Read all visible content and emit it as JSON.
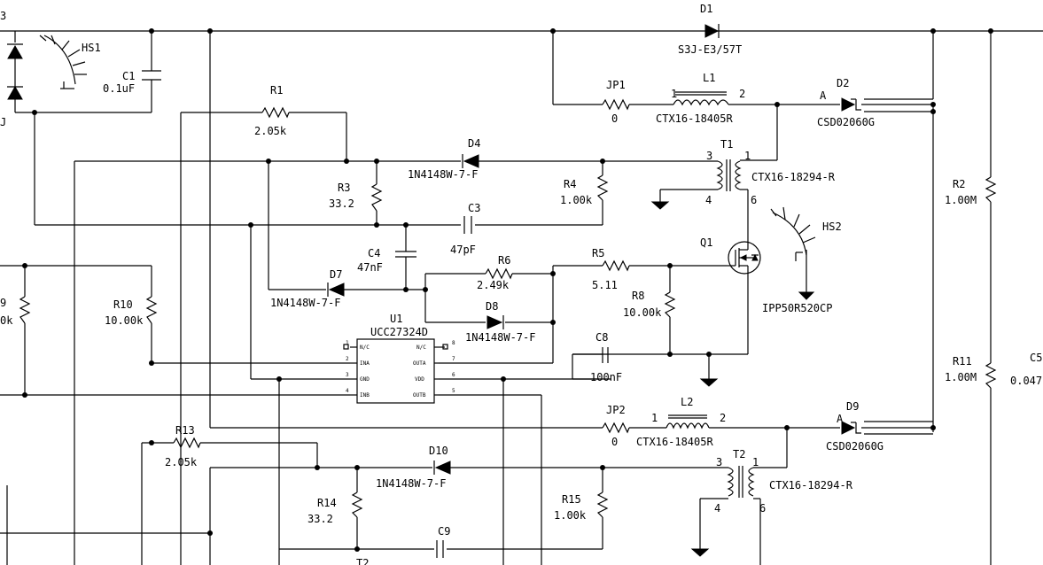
{
  "labels": {
    "top_left_fragment": "3",
    "left_j_fragment": "J",
    "hs1": "HS1",
    "c1_name": "C1",
    "c1_value": "0.1uF",
    "d1_name": "D1",
    "d1_part": "S3J-E3/57T",
    "jp1_name": "JP1",
    "jp1_value": "0",
    "l1_name": "L1",
    "l1_pin1": "1",
    "l1_pin2": "2",
    "l1_part": "CTX16-18405R",
    "d2_name": "D2",
    "d2_anode": "A",
    "d2_part": "CSD02060G",
    "r1_name": "R1",
    "r1_value": "2.05k",
    "d4_name": "D4",
    "d4_part": "1N4148W-7-F",
    "t1_name": "T1",
    "t1_pin3": "3",
    "t1_pin1": "1",
    "t1_pin4": "4",
    "t1_pin6": "6",
    "t1_part": "CTX16-18294-R",
    "r2_name": "R2",
    "r2_value": "1.00M",
    "r3_name": "R3",
    "r3_value": "33.2",
    "r4_name": "R4",
    "r4_value": "1.00k",
    "c3_name": "C3",
    "c3_value": "47pF",
    "c4_name": "C4",
    "c4_value": "47nF",
    "r6_name": "R6",
    "r6_value": "2.49k",
    "r5_name": "R5",
    "r5_value": "5.11",
    "q1_name": "Q1",
    "hs2": "HS2",
    "q1_part": "IPP50R520CP",
    "d7_name": "D7",
    "d7_part": "1N4148W-7-F",
    "d8_name": "D8",
    "d8_part": "1N4148W-7-F",
    "r8_name": "R8",
    "r8_value": "10.00k",
    "r9_fragment_name": "9",
    "r9_fragment_value": "0k",
    "r10_name": "R10",
    "r10_value": "10.00k",
    "u1_name": "U1",
    "u1_part": "UCC27324D",
    "u1_pin_nc1": "N/C",
    "u1_pin_ina": "INA",
    "u1_pin_gnd": "GND",
    "u1_pin_inb": "INB",
    "u1_pin_nc2": "N/C",
    "u1_pin_outa": "OUTA",
    "u1_pin_vdd": "VDD",
    "u1_pin_outb": "OUTB",
    "u1_num_1": "1",
    "u1_num_2": "2",
    "u1_num_3": "3",
    "u1_num_4": "4",
    "u1_num_5": "5",
    "u1_num_6": "6",
    "u1_num_7": "7",
    "u1_num_8": "8",
    "c8_name": "C8",
    "c8_value": "100nF",
    "r11_name": "R11",
    "r11_value": "1.00M",
    "c5_fragment_name": "C5",
    "c5_fragment_value": "0.047",
    "jp2_name": "JP2",
    "jp2_value": "0",
    "l2_name": "L2",
    "l2_pin1": "1",
    "l2_pin2": "2",
    "l2_part": "CTX16-18405R",
    "d9_name": "D9",
    "d9_anode": "A",
    "d9_part": "CSD02060G",
    "r13_name": "R13",
    "r13_value": "2.05k",
    "d10_name": "D10",
    "d10_part": "1N4148W-7-F",
    "t2_name": "T2",
    "t2_pin3": "3",
    "t2_pin1": "1",
    "t2_pin4": "4",
    "t2_pin6": "6",
    "t2_part": "CTX16-18294-R",
    "r14_name": "R14",
    "r14_value": "33.2",
    "r15_name": "R15",
    "r15_value": "1.00k",
    "c9_name": "C9",
    "bottom_fragment": "T2"
  }
}
